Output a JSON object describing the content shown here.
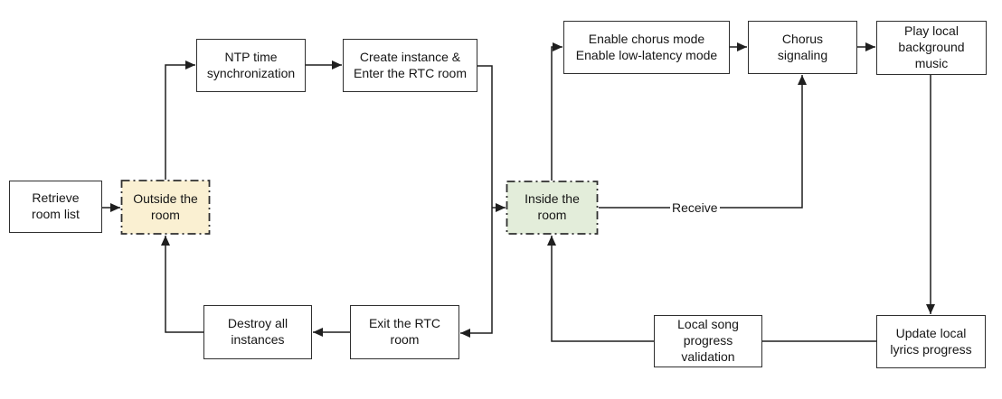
{
  "colors": {
    "outside_room_fill": "#FAF0D2",
    "inside_room_fill": "#E3EDDA",
    "line": "#1F1F1F",
    "box_border": "#2F2F2F"
  },
  "nodes": {
    "retrieve_room_list": {
      "label": "Retrieve\nroom list"
    },
    "outside_the_room": {
      "label": "Outside the\nroom"
    },
    "ntp_time_synchronization": {
      "label": "NTP time\nsynchronization"
    },
    "create_instance_enter_rtc_room": {
      "label": "Create instance &\nEnter the RTC room"
    },
    "inside_the_room": {
      "label": "Inside the\nroom"
    },
    "enable_chorus_low_latency": {
      "label": "Enable chorus mode\nEnable low-latency mode"
    },
    "chorus_signaling": {
      "label": "Chorus\nsignaling"
    },
    "play_local_background_music": {
      "label": "Play local\nbackground\nmusic"
    },
    "destroy_all_instances": {
      "label": "Destroy all\ninstances"
    },
    "exit_the_rtc_room": {
      "label": "Exit the RTC\nroom"
    },
    "local_song_progress_validation": {
      "label": "Local song\nprogress\nvalidation"
    },
    "update_local_lyrics_progress": {
      "label": "Update local\nlyrics progress"
    }
  },
  "edge_labels": {
    "receive": "Receive"
  }
}
